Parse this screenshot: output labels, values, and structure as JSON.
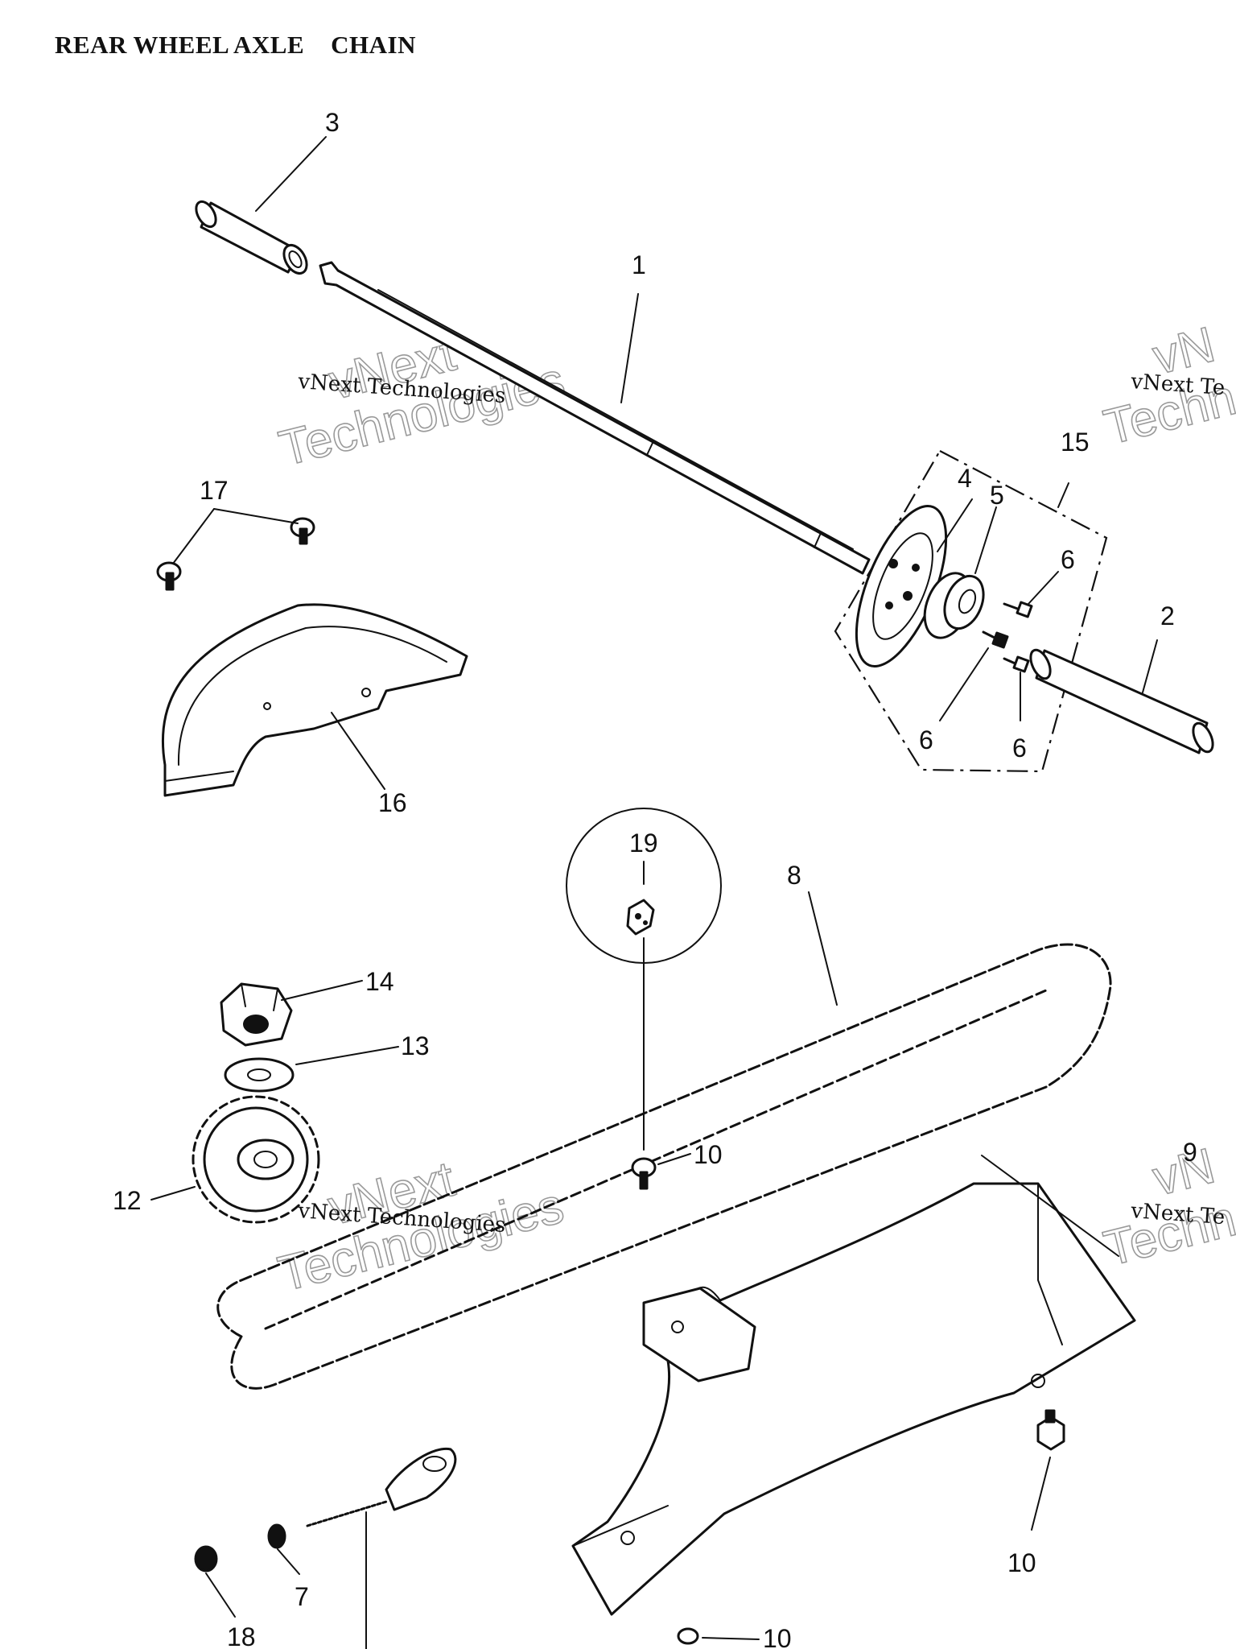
{
  "diagram": {
    "title": "REAR WHEEL AXLE    CHAIN",
    "watermark": {
      "line1": "vNext Technologies",
      "big1": "vNext",
      "big2": "Technologies",
      "edge_small": "vNext Te",
      "edge_big1": "vN",
      "edge_big2": "Techn"
    },
    "callouts": {
      "c1": "1",
      "c2": "2",
      "c3": "3",
      "c4": "4",
      "c5": "5",
      "c6a": "6",
      "c6b": "6",
      "c6c": "6",
      "c7": "7",
      "c8": "8",
      "c9": "9",
      "c10a": "10",
      "c10b": "10",
      "c10c": "10",
      "c12": "12",
      "c13": "13",
      "c14": "14",
      "c15": "15",
      "c16": "16",
      "c17": "17",
      "c18": "18",
      "c19": "19"
    }
  }
}
